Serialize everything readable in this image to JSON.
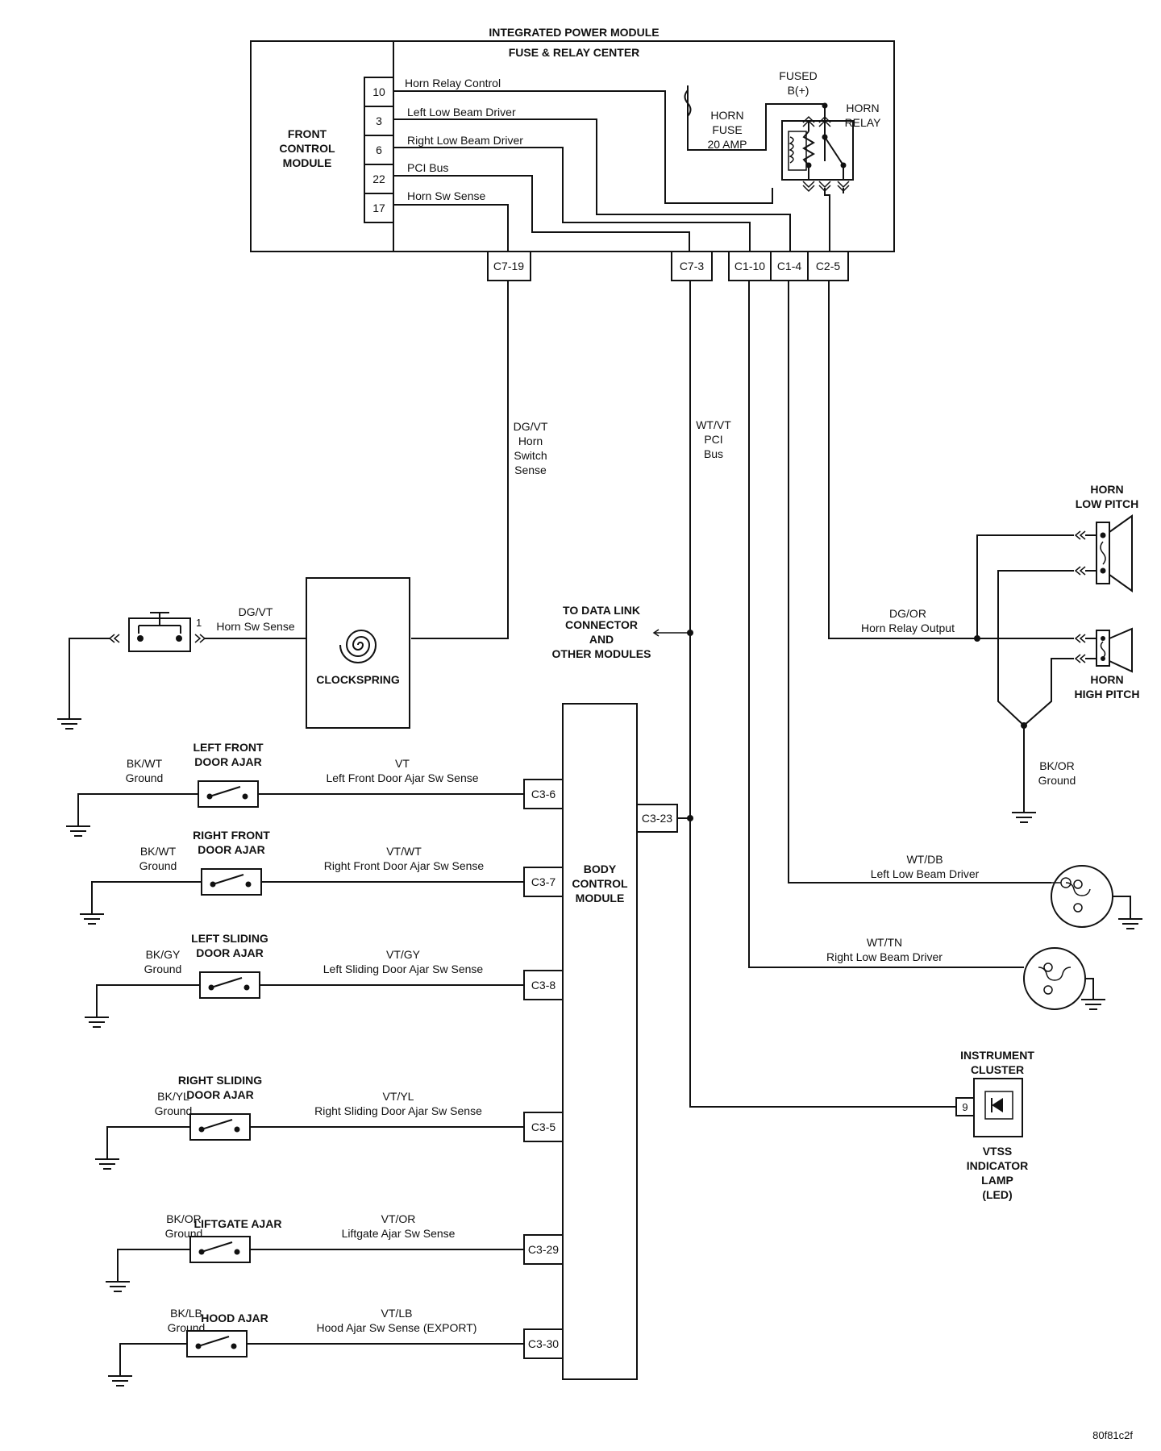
{
  "ipm": {
    "title": "INTEGRATED POWER MODULE",
    "subtitle": "FUSE & RELAY CENTER"
  },
  "fcm": {
    "label_1": "FRONT",
    "label_2": "CONTROL",
    "label_3": "MODULE",
    "pins": [
      {
        "pin": "10",
        "signal": "Horn Relay Control"
      },
      {
        "pin": "3",
        "signal": "Left Low Beam Driver"
      },
      {
        "pin": "6",
        "signal": "Right Low Beam Driver"
      },
      {
        "pin": "22",
        "signal": "PCI Bus"
      },
      {
        "pin": "17",
        "signal": "Horn Sw Sense"
      }
    ]
  },
  "fuse": {
    "fused_1": "FUSED",
    "fused_2": "B(+)",
    "name_1": "HORN",
    "name_2": "FUSE",
    "name_3": "20 AMP"
  },
  "relay": {
    "name_1": "HORN",
    "name_2": "RELAY"
  },
  "connectors": {
    "c7_19": "C7-19",
    "c7_3": "C7-3",
    "c1_10": "C1-10",
    "c1_4": "C1-4",
    "c2_5": "C2-5"
  },
  "wires": {
    "horn_sense_vertical": [
      "DG/VT",
      "Horn",
      "Switch",
      "Sense"
    ],
    "pci_vertical": [
      "WT/VT",
      "PCI",
      "Bus"
    ],
    "horn_sense_color": "DG/VT",
    "horn_sense_name": "Horn Sw Sense",
    "horn_output_color": "DG/OR",
    "horn_output_name": "Horn Relay Output",
    "horn_ground_color": "BK/OR",
    "horn_ground_name": "Ground",
    "left_low_color": "WT/DB",
    "left_low_name": "Left Low Beam Driver",
    "right_low_color": "WT/TN",
    "right_low_name": "Right Low Beam Driver"
  },
  "horn_switch": {
    "pin": "1"
  },
  "clockspring": {
    "label": "CLOCKSPRING"
  },
  "data_link": {
    "line_1": "TO DATA LINK",
    "line_2": "CONNECTOR",
    "line_3": "AND",
    "line_4": "OTHER MODULES"
  },
  "horn_low": {
    "line_1": "HORN",
    "line_2": "LOW PITCH"
  },
  "horn_high": {
    "line_1": "HORN",
    "line_2": "HIGH PITCH"
  },
  "bcm": {
    "line_1": "BODY",
    "line_2": "CONTROL",
    "line_3": "MODULE",
    "pci_connector": "C3-23"
  },
  "switches": [
    {
      "title_1": "LEFT FRONT",
      "title_2": "DOOR AJAR",
      "ground_color": "BK/WT",
      "ground_name": "Ground",
      "wire_color": "VT",
      "wire_name": "Left Front Door Ajar Sw Sense",
      "connector": "C3-6"
    },
    {
      "title_1": "RIGHT FRONT",
      "title_2": "DOOR AJAR",
      "ground_color": "BK/WT",
      "ground_name": "Ground",
      "wire_color": "VT/WT",
      "wire_name": "Right Front Door Ajar Sw Sense",
      "connector": "C3-7"
    },
    {
      "title_1": "LEFT SLIDING",
      "title_2": "DOOR AJAR",
      "ground_color": "BK/GY",
      "ground_name": "Ground",
      "wire_color": "VT/GY",
      "wire_name": "Left Sliding Door Ajar Sw Sense",
      "connector": "C3-8"
    },
    {
      "title_1": "RIGHT SLIDING",
      "title_2": "DOOR AJAR",
      "ground_color": "BK/YL",
      "ground_name": "Ground",
      "wire_color": "VT/YL",
      "wire_name": "Right Sliding Door Ajar Sw Sense",
      "connector": "C3-5"
    },
    {
      "title_1": "LIFTGATE AJAR",
      "title_2": "",
      "ground_color": "BK/OR",
      "ground_name": "Ground",
      "wire_color": "VT/OR",
      "wire_name": "Liftgate Ajar Sw Sense",
      "connector": "C3-29"
    },
    {
      "title_1": "HOOD AJAR",
      "title_2": "",
      "ground_color": "BK/LB",
      "ground_name": "Ground",
      "wire_color": "VT/LB",
      "wire_name": "Hood Ajar Sw Sense (EXPORT)",
      "connector": "C3-30"
    }
  ],
  "cluster": {
    "title_1": "INSTRUMENT",
    "title_2": "CLUSTER",
    "pin": "9",
    "lamp_1": "VTSS",
    "lamp_2": "INDICATOR",
    "lamp_3": "LAMP",
    "lamp_4": "(LED)"
  },
  "figure_code": "80f81c2f"
}
